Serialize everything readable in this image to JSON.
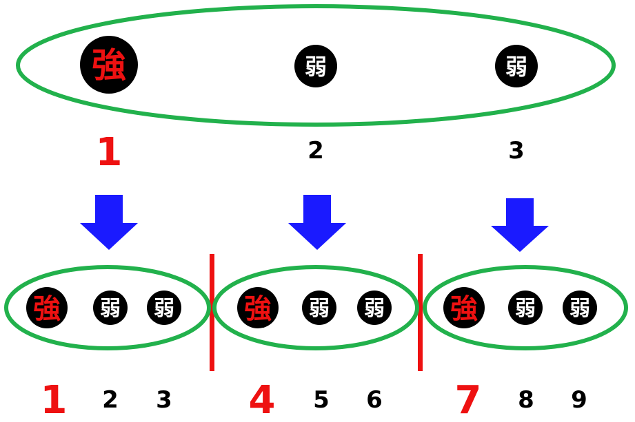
{
  "colors": {
    "ellipse": "#22b14c",
    "arrow": "#1a1aff",
    "divider": "#ee1111",
    "ball": "#000000",
    "strong_text": "#ee1111",
    "weak_text": "#ffffff",
    "highlight_number": "#ee1111",
    "number": "#000000"
  },
  "top": {
    "strong_label": "強",
    "weak_label": "弱",
    "numbers": [
      "1",
      "2",
      "3"
    ]
  },
  "groups": [
    {
      "strong_label": "強",
      "weak_labels": [
        "弱",
        "弱"
      ],
      "numbers": [
        "1",
        "2",
        "3"
      ]
    },
    {
      "strong_label": "強",
      "weak_labels": [
        "弱",
        "弱"
      ],
      "numbers": [
        "4",
        "5",
        "6"
      ]
    },
    {
      "strong_label": "強",
      "weak_labels": [
        "弱",
        "弱"
      ],
      "numbers": [
        "7",
        "8",
        "9"
      ]
    }
  ]
}
